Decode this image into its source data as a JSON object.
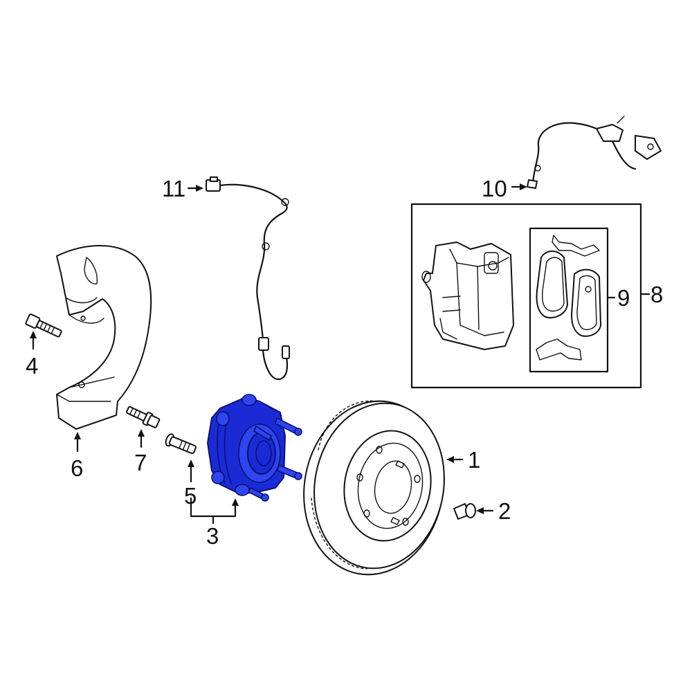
{
  "colors": {
    "highlight": "#1a2bd6",
    "line": "#111111",
    "background": "#ffffff"
  },
  "callouts": [
    {
      "id": "1",
      "label": "1"
    },
    {
      "id": "2",
      "label": "2"
    },
    {
      "id": "3",
      "label": "3"
    },
    {
      "id": "4",
      "label": "4"
    },
    {
      "id": "5",
      "label": "5"
    },
    {
      "id": "6",
      "label": "6"
    },
    {
      "id": "7",
      "label": "7"
    },
    {
      "id": "8",
      "label": "8"
    },
    {
      "id": "9",
      "label": "9"
    },
    {
      "id": "10",
      "label": "10"
    },
    {
      "id": "11",
      "label": "11"
    }
  ],
  "parts": [
    {
      "callout": "1",
      "icon": "brake-rotor"
    },
    {
      "callout": "2",
      "icon": "rotor-screw"
    },
    {
      "callout": "3",
      "icon": "hub-assembly",
      "highlighted": true
    },
    {
      "callout": "4",
      "icon": "bolt"
    },
    {
      "callout": "5",
      "icon": "wheel-stud"
    },
    {
      "callout": "6",
      "icon": "splash-shield"
    },
    {
      "callout": "7",
      "icon": "bolt"
    },
    {
      "callout": "8",
      "icon": "caliper-assembly"
    },
    {
      "callout": "9",
      "icon": "brake-pads"
    },
    {
      "callout": "10",
      "icon": "wear-sensor-wire"
    },
    {
      "callout": "11",
      "icon": "abs-sensor-wire"
    }
  ]
}
